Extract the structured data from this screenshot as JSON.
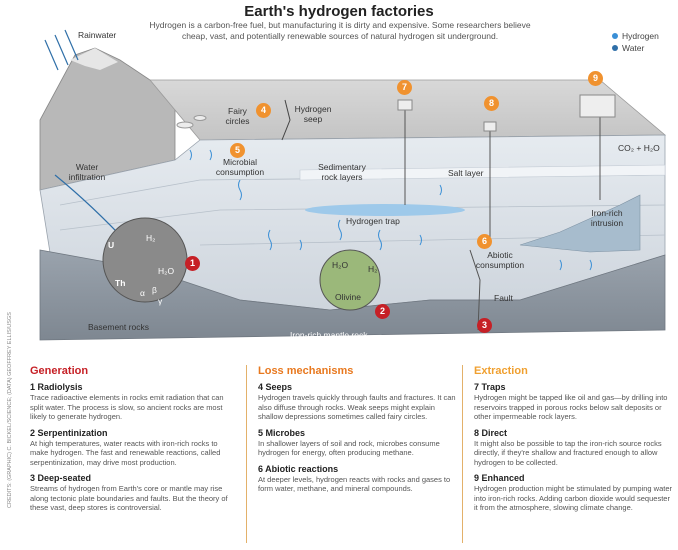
{
  "title": "Earth's hydrogen factories",
  "subtitle": "Hydrogen is a carbon-free fuel, but manufacturing it is dirty and expensive. Some researchers believe cheap, vast, and potentially renewable sources of natural hydrogen sit underground.",
  "legend": [
    {
      "label": "Hydrogen",
      "color": "#3a8fd6"
    },
    {
      "label": "Water",
      "color": "#2f6fa8"
    }
  ],
  "diagram_labels": {
    "rainwater": "Rainwater",
    "fairy_circles": "Fairy circles",
    "hydrogen_seep": "Hydrogen seep",
    "microbial_consumption": "Microbial consumption",
    "water_infiltration": "Water infiltration",
    "sedimentary": "Sedimentary rock layers",
    "salt_layer": "Salt layer",
    "co2_h2o": "CO₂ + H₂O",
    "iron_rich_intrusion": "Iron-rich intrusion",
    "hydrogen_trap": "Hydrogen trap",
    "abiotic_consumption": "Abiotic consumption",
    "fault": "Fault",
    "basement_rocks": "Basement rocks",
    "iron_rich_mantle": "Iron-rich mantle rock",
    "olivine": "Olivine",
    "u": "U",
    "th": "Th",
    "alpha": "α",
    "beta": "β",
    "gamma": "γ",
    "h2_a": "H₂",
    "h2o_a": "H₂O",
    "h2o_b": "H₂O",
    "h2_b": "H₂"
  },
  "badges": {
    "b1": "1",
    "b2": "2",
    "b3": "3",
    "b4": "4",
    "b5": "5",
    "b6": "6",
    "b7": "7",
    "b8": "8",
    "b9": "9"
  },
  "credit": "CREDITS: (GRAPHIC) C. BICKEL/SCIENCE; (DATA) GEOFFREY ELLIS/USGS",
  "columns": [
    {
      "heading": "Generation",
      "color": "#c62026",
      "items": [
        {
          "title": "1 Radiolysis",
          "body": "Trace radioactive elements in rocks emit radiation that can split water. The process is slow, so ancient rocks are most likely to generate hydrogen."
        },
        {
          "title": "2 Serpentinization",
          "body": "At high temperatures, water reacts with iron-rich rocks to make hydrogen. The fast and renewable reactions, called serpentinization, may drive most production."
        },
        {
          "title": "3 Deep-seated",
          "body": "Streams of hydrogen from Earth's core or mantle may rise along tectonic plate boundaries and faults. But the theory of these vast, deep stores is controversial."
        }
      ]
    },
    {
      "heading": "Loss mechanisms",
      "color": "#e8781e",
      "items": [
        {
          "title": "4 Seeps",
          "body": "Hydrogen travels quickly through faults and fractures. It can also diffuse through rocks. Weak seeps might explain shallow depressions sometimes called fairy circles."
        },
        {
          "title": "5 Microbes",
          "body": "In shallower layers of soil and rock, microbes consume hydrogen for energy, often producing methane."
        },
        {
          "title": "6 Abiotic reactions",
          "body": "At deeper levels, hydrogen reacts with rocks and gases to form water, methane, and mineral compounds."
        }
      ]
    },
    {
      "heading": "Extraction",
      "color": "#f0a030",
      "items": [
        {
          "title": "7 Traps",
          "body": "Hydrogen might be tapped like oil and gas—by drilling into reservoirs trapped in porous rocks below salt deposits or other impermeable rock layers."
        },
        {
          "title": "8 Direct",
          "body": "It might also be possible to tap the iron-rich source rocks directly, if they're shallow and fractured enough to allow hydrogen to be collected."
        },
        {
          "title": "9 Enhanced",
          "body": "Hydrogen production might be stimulated by pumping water into iron-rich rocks. Adding carbon dioxide would sequester it from the atmosphere, slowing climate change."
        }
      ]
    }
  ]
}
